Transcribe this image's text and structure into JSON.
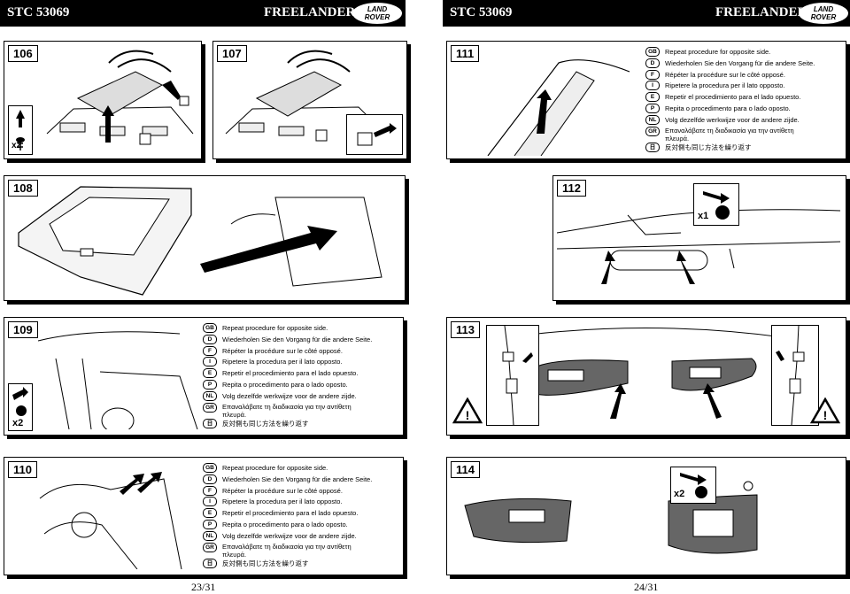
{
  "header_left": {
    "code": "STC 53069",
    "model": "FREELANDER",
    "logo_line1": "LAND",
    "logo_line2": "ROVER"
  },
  "header_right": {
    "code": "STC 53069",
    "model": "FREELANDER",
    "logo_line1": "LAND",
    "logo_line2": "ROVER"
  },
  "steps": {
    "s106": "106",
    "s107": "107",
    "s108": "108",
    "s109": "109",
    "s110": "110",
    "s111": "111",
    "s112": "112",
    "s113": "113",
    "s114": "114"
  },
  "quantities": {
    "q106": "x2",
    "q109": "x2",
    "q112": "x1",
    "q114": "x2"
  },
  "instructions": [
    {
      "code": "GB",
      "text": "Repeat procedure for opposite side."
    },
    {
      "code": "D",
      "text": "Wiederholen Sie den Vorgang für die andere Seite."
    },
    {
      "code": "F",
      "text": "Répéter la procédure sur le côté opposé."
    },
    {
      "code": "I",
      "text": "Ripetere la procedura per il lato opposto."
    },
    {
      "code": "E",
      "text": "Repetir el procedimiento para el lado opuesto."
    },
    {
      "code": "P",
      "text": "Repita o procedimento para o lado oposto."
    },
    {
      "code": "NL",
      "text": "Volg dezelfde werkwijze voor de andere zijde."
    },
    {
      "code": "GR",
      "text": "Επαναλάβατε τη διαδικασία για την αντίθετη πλευρά."
    },
    {
      "code": "日",
      "text": "反対側も同じ方法を繰り返す"
    }
  ],
  "page_left": "23/31",
  "page_right": "24/31"
}
